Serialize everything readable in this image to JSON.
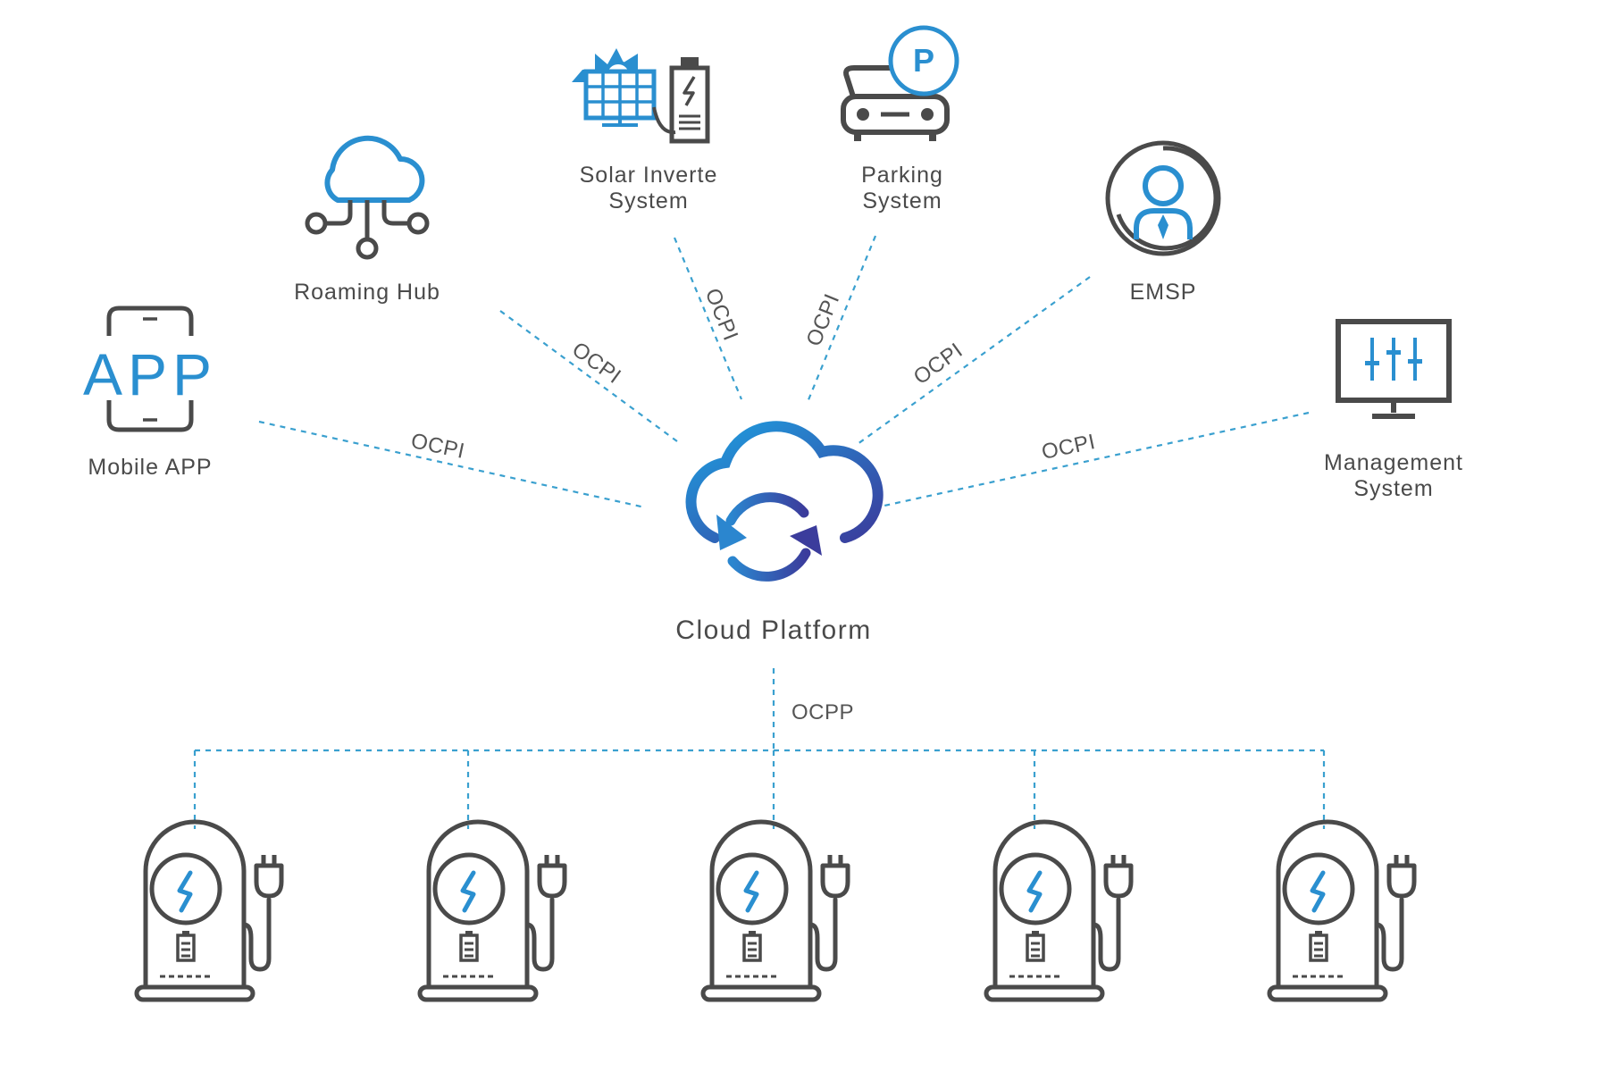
{
  "colors": {
    "accent_blue": "#2a8fd0",
    "icon_gray": "#4a4a4a",
    "link_blue": "#3aa0cf",
    "gradient_start": "#1e9fe0",
    "gradient_end": "#3b3c9c"
  },
  "hub": {
    "label": "Cloud Platform",
    "icon": "cloud-sync-icon"
  },
  "nodes": [
    {
      "id": "mobile_app",
      "line1": "Mobile APP",
      "line2": "",
      "icon": "mobile-app-icon",
      "edge_label": "OCPI",
      "app_text": "APP"
    },
    {
      "id": "roaming_hub",
      "line1": "Roaming Hub",
      "line2": "",
      "icon": "cloud-network-icon",
      "edge_label": "OCPI"
    },
    {
      "id": "solar",
      "line1": "Solar Inverte",
      "line2": "System",
      "icon": "solar-battery-icon",
      "edge_label": "OCPI"
    },
    {
      "id": "parking",
      "line1": "Parking",
      "line2": "System",
      "icon": "car-parking-icon",
      "edge_label": "OCPI",
      "badge": "P"
    },
    {
      "id": "emsp",
      "line1": "EMSP",
      "line2": "",
      "icon": "user-circle-icon",
      "edge_label": "OCPI"
    },
    {
      "id": "management",
      "line1": "Management",
      "line2": "System",
      "icon": "monitor-sliders-icon",
      "edge_label": "OCPI"
    }
  ],
  "bus": {
    "label": "OCPP"
  },
  "chargers": [
    {
      "icon": "ev-charger-icon"
    },
    {
      "icon": "ev-charger-icon"
    },
    {
      "icon": "ev-charger-icon"
    },
    {
      "icon": "ev-charger-icon"
    },
    {
      "icon": "ev-charger-icon"
    }
  ]
}
